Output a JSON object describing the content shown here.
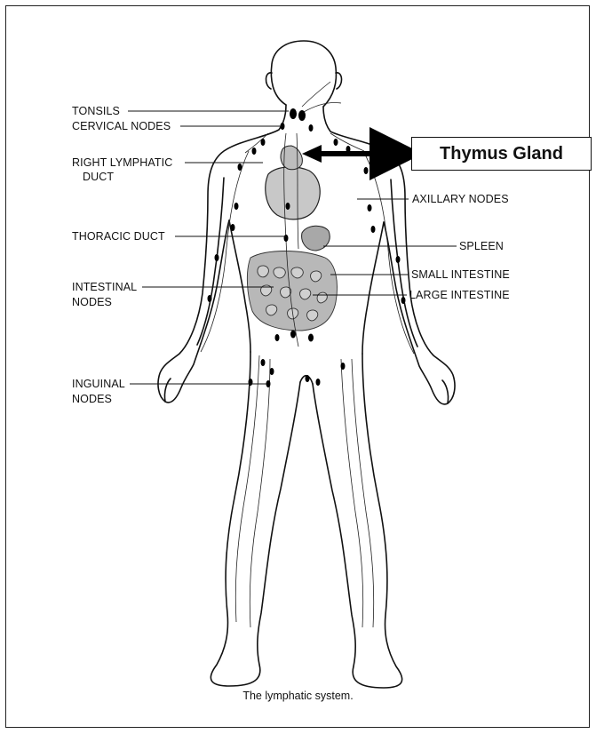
{
  "figure": {
    "caption": "The lymphatic system.",
    "callout": "Thymus Gland",
    "labels": {
      "tonsils": "TONSILS",
      "cervical_nodes": "CERVICAL NODES",
      "right_lymphatic_duct": [
        "RIGHT LYMPHATIC",
        "DUCT"
      ],
      "thoracic_duct": "THORACIC DUCT",
      "intestinal_nodes": [
        "INTESTINAL",
        "NODES"
      ],
      "inguinal_nodes": [
        "INGUINAL",
        "NODES"
      ],
      "axillary_nodes": "AXILLARY NODES",
      "spleen": "SPLEEN",
      "small_intestine": "SMALL INTESTINE",
      "large_intestine": "LARGE INTESTINE"
    }
  }
}
